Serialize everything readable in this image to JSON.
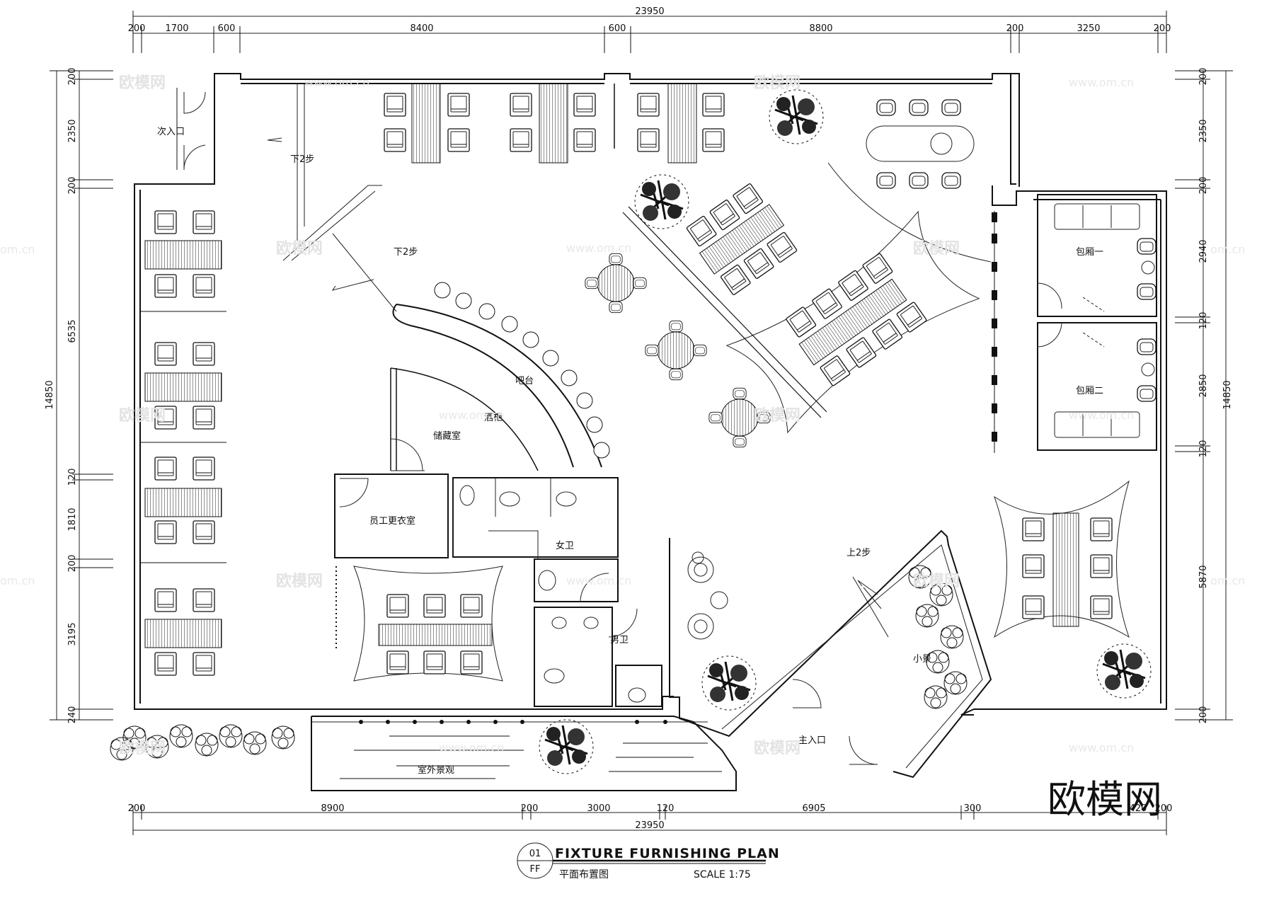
{
  "dimensions": {
    "top_total": "23950",
    "top_segments": [
      "200",
      "1700",
      "600",
      "8400",
      "600",
      "8800",
      "200",
      "3250",
      "200"
    ],
    "bottom_total": "23950",
    "bottom_segments": [
      "200",
      "8900",
      "200",
      "3000",
      "120",
      "6905",
      "300",
      "420",
      "200"
    ],
    "left_total": "14850",
    "left_segments": [
      "200",
      "2350",
      "200",
      "6535",
      "120",
      "1810",
      "200",
      "3195",
      "240"
    ],
    "right_total": "14850",
    "right_segments": [
      "200",
      "2350",
      "200",
      "2940",
      "120",
      "2850",
      "120",
      "5870",
      "200"
    ]
  },
  "rooms": {
    "secondary_entrance": "次入口",
    "step_down_top": "下2步",
    "step_down_mid": "下2步",
    "step_up": "上2步",
    "bar_counter": "吧台",
    "wine_cabinet": "酒柜",
    "storage": "储藏室",
    "staff_locker": "员工更衣室",
    "womens_wc": "女卫",
    "mens_wc": "男卫",
    "private_room_1": "包厢一",
    "private_room_2": "包厢二",
    "small_landscape": "小景",
    "main_entrance": "主入口",
    "outdoor_landscape": "室外景观"
  },
  "title_block": {
    "number": "01",
    "code": "FF",
    "title_en": "FIXTURE FURNISHING PLAN",
    "title_cn": "平面布置图",
    "scale": "SCALE 1:75"
  },
  "watermark": {
    "brand": "欧模网",
    "url": "www.om.cn",
    "url_short": "om.cn"
  }
}
